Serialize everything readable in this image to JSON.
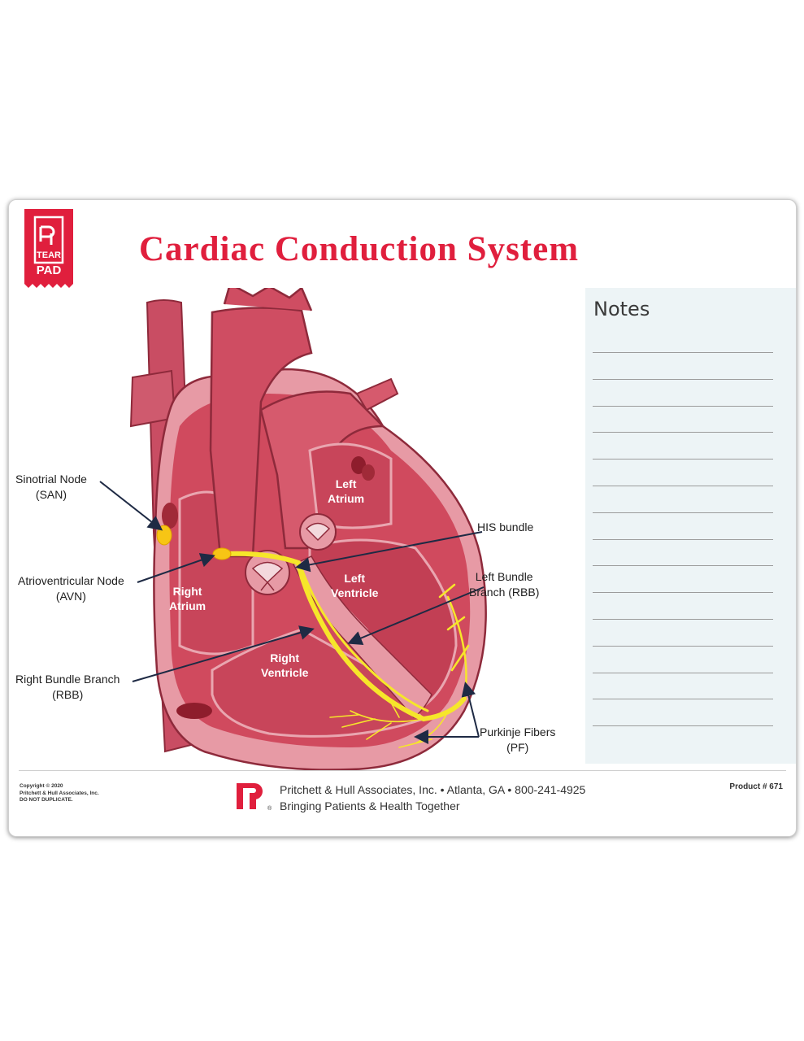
{
  "brand": {
    "logo_text_1": "TEAR",
    "logo_text_2": "PAD",
    "accent_color": "#e01f3d"
  },
  "title": "Cardiac Conduction System",
  "notes": {
    "title": "Notes",
    "line_count": 15
  },
  "chambers": {
    "left_atrium": [
      "Left",
      "Atrium"
    ],
    "right_atrium": [
      "Right",
      "Atrium"
    ],
    "left_ventricle": [
      "Left",
      "Ventricle"
    ],
    "right_ventricle": [
      "Right",
      "Ventricle"
    ]
  },
  "labels": {
    "san": [
      "Sinotrial Node",
      "(SAN)"
    ],
    "avn": [
      "Atrioventricular Node",
      "(AVN)"
    ],
    "rbb": [
      "Right Bundle Branch",
      "(RBB)"
    ],
    "his": [
      "HIS bundle"
    ],
    "lbb": [
      "Left Bundle",
      "Branch (RBB)"
    ],
    "pf": [
      "Purkinje Fibers",
      "(PF)"
    ]
  },
  "colors": {
    "myocardium": "#d04a5e",
    "wall": "#e7a1ab",
    "vessel": "#c7415a",
    "conduction": "#f6e62a",
    "notes_bg": "#edf4f6"
  },
  "footer": {
    "copyright": [
      "Copyright © 2020",
      "Pritchett & Hull Associates, Inc.",
      "DO NOT DUPLICATE."
    ],
    "company_line": "Pritchett & Hull Associates, Inc. • Atlanta, GA • 800-241-4925",
    "tagline": "Bringing Patients & Health Together",
    "product": "Product # 671"
  }
}
